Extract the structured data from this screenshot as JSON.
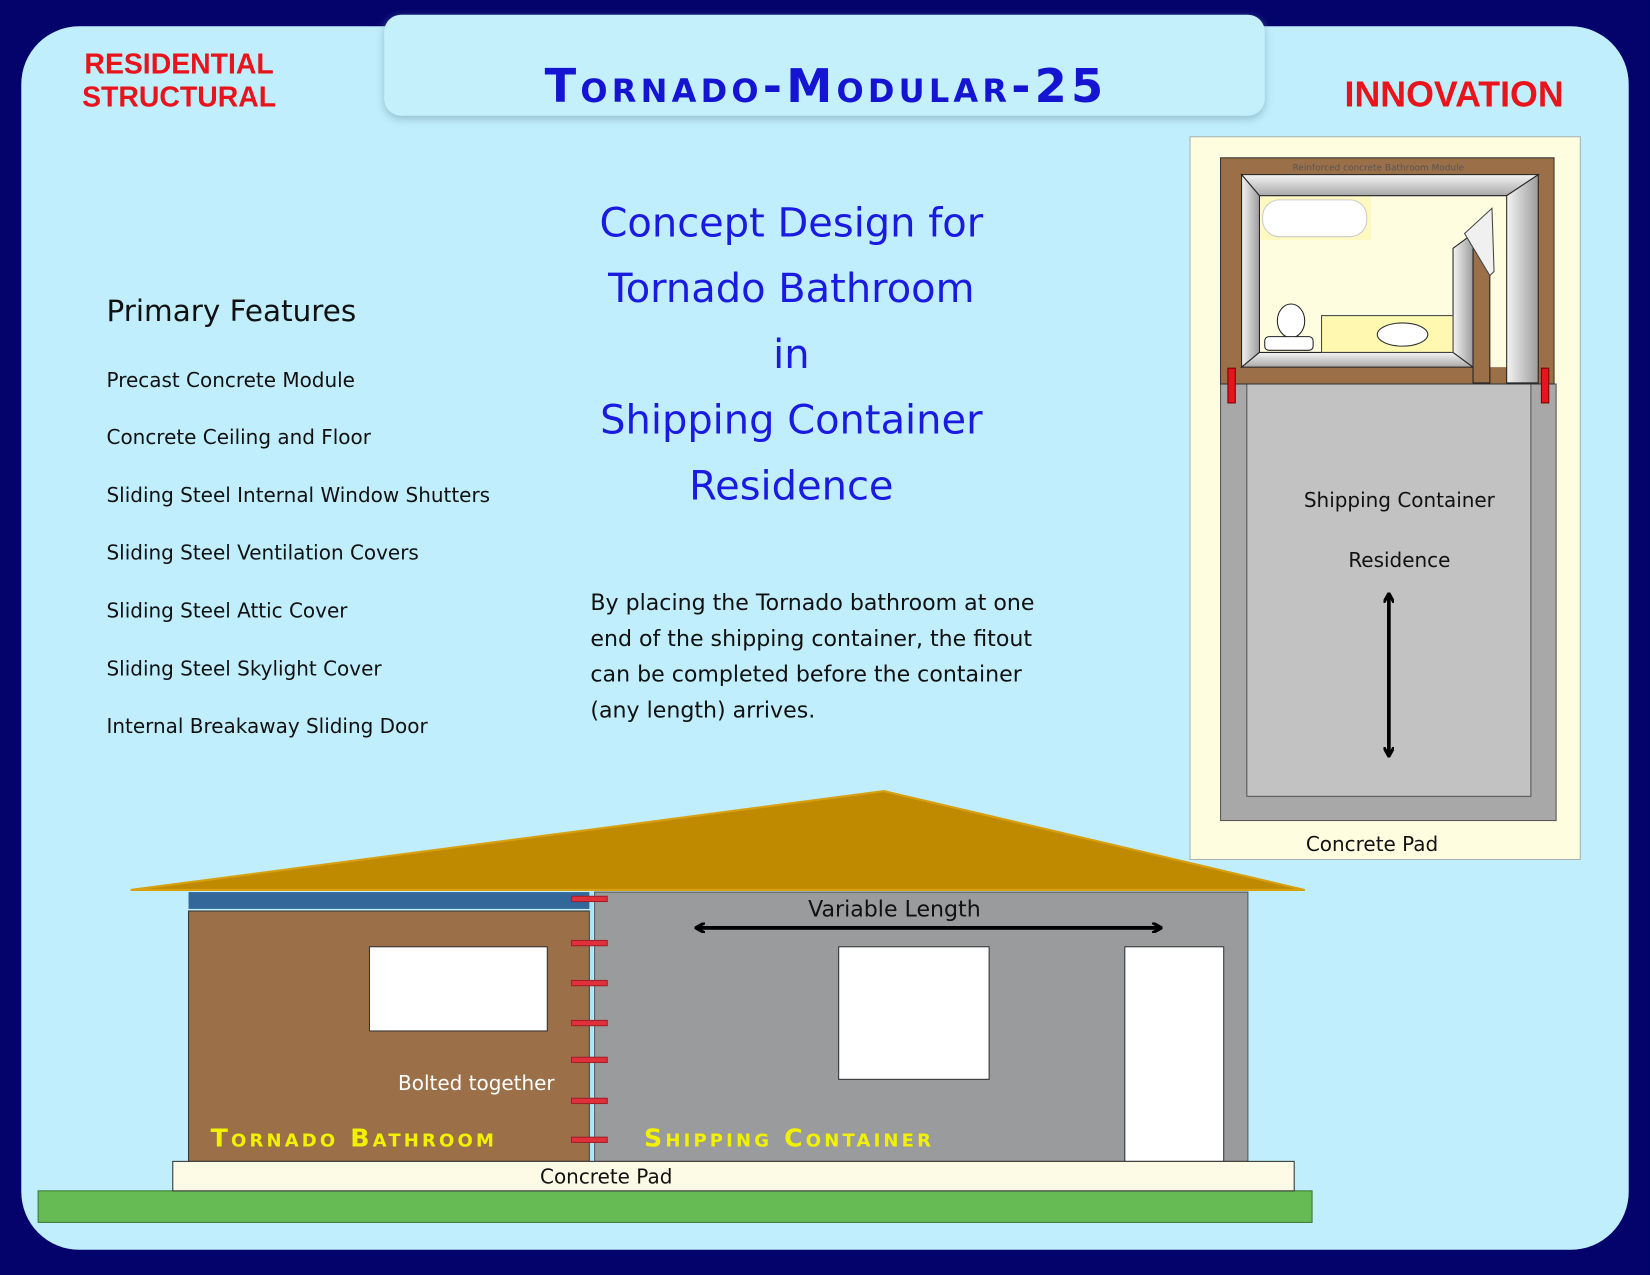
{
  "header": {
    "left_line1": "RESIDENTIAL",
    "left_line2": "STRUCTURAL",
    "title": "Tornado-Modular-25",
    "right": "INNOVATION"
  },
  "concept": {
    "lines": [
      "Concept Design for",
      "Tornado Bathroom",
      "in",
      "Shipping Container",
      "Residence"
    ]
  },
  "features": {
    "heading": "Primary Features",
    "items": [
      "Precast Concrete Module",
      "Concrete Ceiling and Floor",
      "Sliding Steel Internal Window Shutters",
      "Sliding Steel Ventilation Covers",
      "Sliding Steel Attic Cover",
      "Sliding Steel Skylight Cover",
      "Internal Breakaway Sliding Door"
    ]
  },
  "description": {
    "lines": [
      "By placing the Tornado bathroom at one",
      "end of the shipping container, the fitout",
      "can be completed before the container",
      "(any length) arrives."
    ]
  },
  "plan": {
    "module_label": "Reinforced concrete Bathroom Module",
    "container_line1": "Shipping Container",
    "container_line2": "Residence",
    "pad_label": "Concrete Pad"
  },
  "elevation": {
    "variable_length": "Variable Length",
    "bolted": "Bolted together",
    "bathroom_label": "Tornado Bathroom",
    "container_label": "Shipping Container",
    "pad_label": "Concrete Pad"
  },
  "colors": {
    "background": "#03036b",
    "panel": "#c0eefc",
    "title_blue": "#1414d2",
    "red": "#e8141c",
    "brown": "#9b7049",
    "roof": "#c08a00",
    "container_gray": "#9a9b9d",
    "label_yellow": "#f2f200",
    "grass": "#66bb55"
  }
}
